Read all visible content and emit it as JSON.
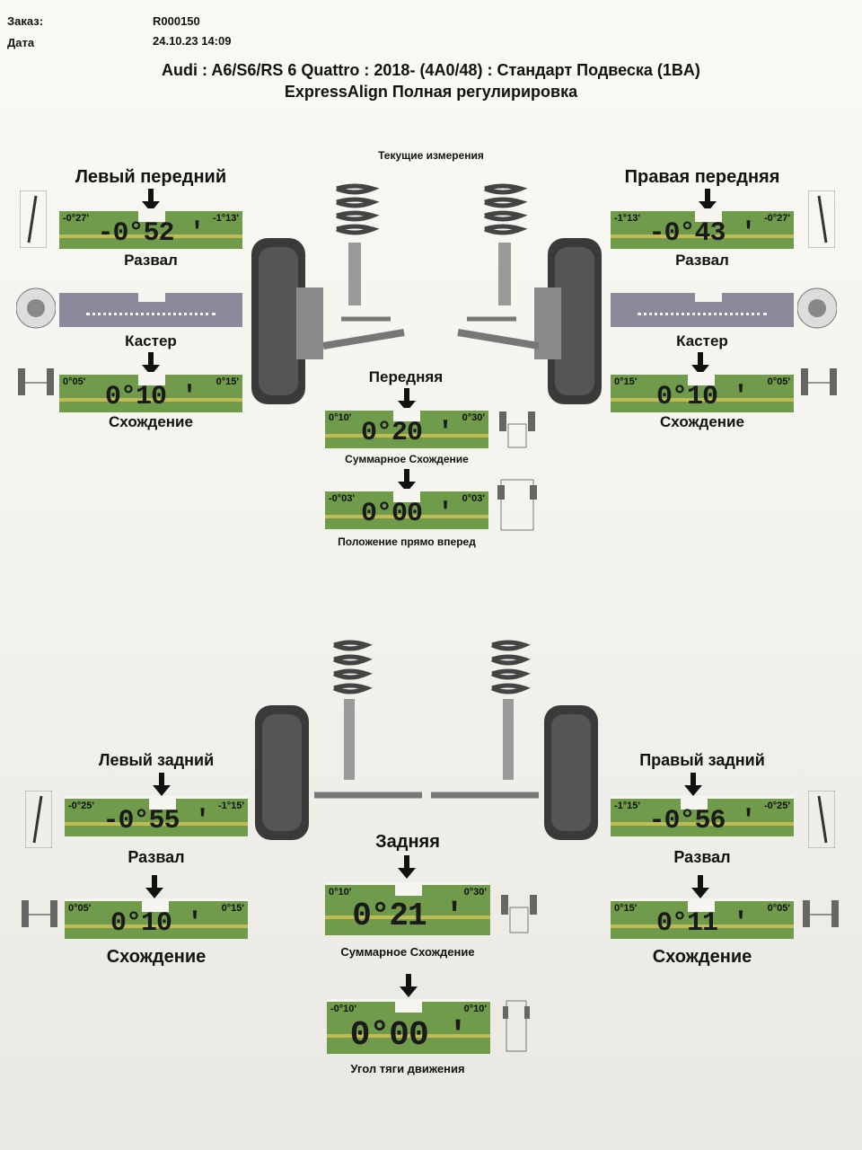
{
  "header": {
    "order_label": "Заказ:",
    "order_value": "R000150",
    "date_label": "Дата",
    "date_value": "24.10.23 14:09",
    "vehicle": "Audi : A6/S6/RS 6 Quattro : 2018-   (4A0/48) : Стандарт Подвеска (1BA)",
    "procedure": "ExpressAlign Полная регулирировка"
  },
  "front": {
    "current_label": "Текущие измерения",
    "left_title": "Левый передний",
    "right_title": "Правая передняя",
    "left_camber": {
      "min": "-0°27'",
      "max": "-1°13'",
      "value": "-0°52 '",
      "caption": "Развал"
    },
    "right_camber": {
      "min": "-1°13'",
      "max": "-0°27'",
      "value": "-0°43 '",
      "caption": "Развал"
    },
    "left_caster": {
      "caption": "Кастер"
    },
    "right_caster": {
      "caption": "Кастер"
    },
    "left_toe": {
      "min": "0°05'",
      "max": "0°15'",
      "value": "0°10 '",
      "caption": "Схождение"
    },
    "right_toe": {
      "min": "0°15'",
      "max": "0°05'",
      "value": "0°10 '",
      "caption": "Схождение"
    },
    "axle_label": "Передняя",
    "total_toe": {
      "min": "0°10'",
      "max": "0°30'",
      "value": "0°20 '",
      "caption": "Суммарное Схождение"
    },
    "straight_ahead": {
      "min": "-0°03'",
      "max": "0°03'",
      "value": "0°00 '",
      "caption": "Положение прямо вперед"
    }
  },
  "rear": {
    "left_title": "Левый задний",
    "right_title": "Правый задний",
    "left_camber": {
      "min": "-0°25'",
      "max": "-1°15'",
      "value": "-0°55 '",
      "caption": "Развал"
    },
    "right_camber": {
      "min": "-1°15'",
      "max": "-0°25'",
      "value": "-0°56 '",
      "caption": "Развал"
    },
    "left_toe": {
      "min": "0°05'",
      "max": "0°15'",
      "value": "0°10 '",
      "caption": "Схождение"
    },
    "right_toe": {
      "min": "0°15'",
      "max": "0°05'",
      "value": "0°11 '",
      "caption": "Схождение"
    },
    "axle_label": "Задняя",
    "total_toe": {
      "min": "0°10'",
      "max": "0°30'",
      "value": "0°21 '",
      "caption": "Суммарное Схождение"
    },
    "thrust_angle": {
      "min": "-0°10'",
      "max": "0°10'",
      "value": "0°00 '",
      "caption": "Угол тяги движения"
    }
  }
}
